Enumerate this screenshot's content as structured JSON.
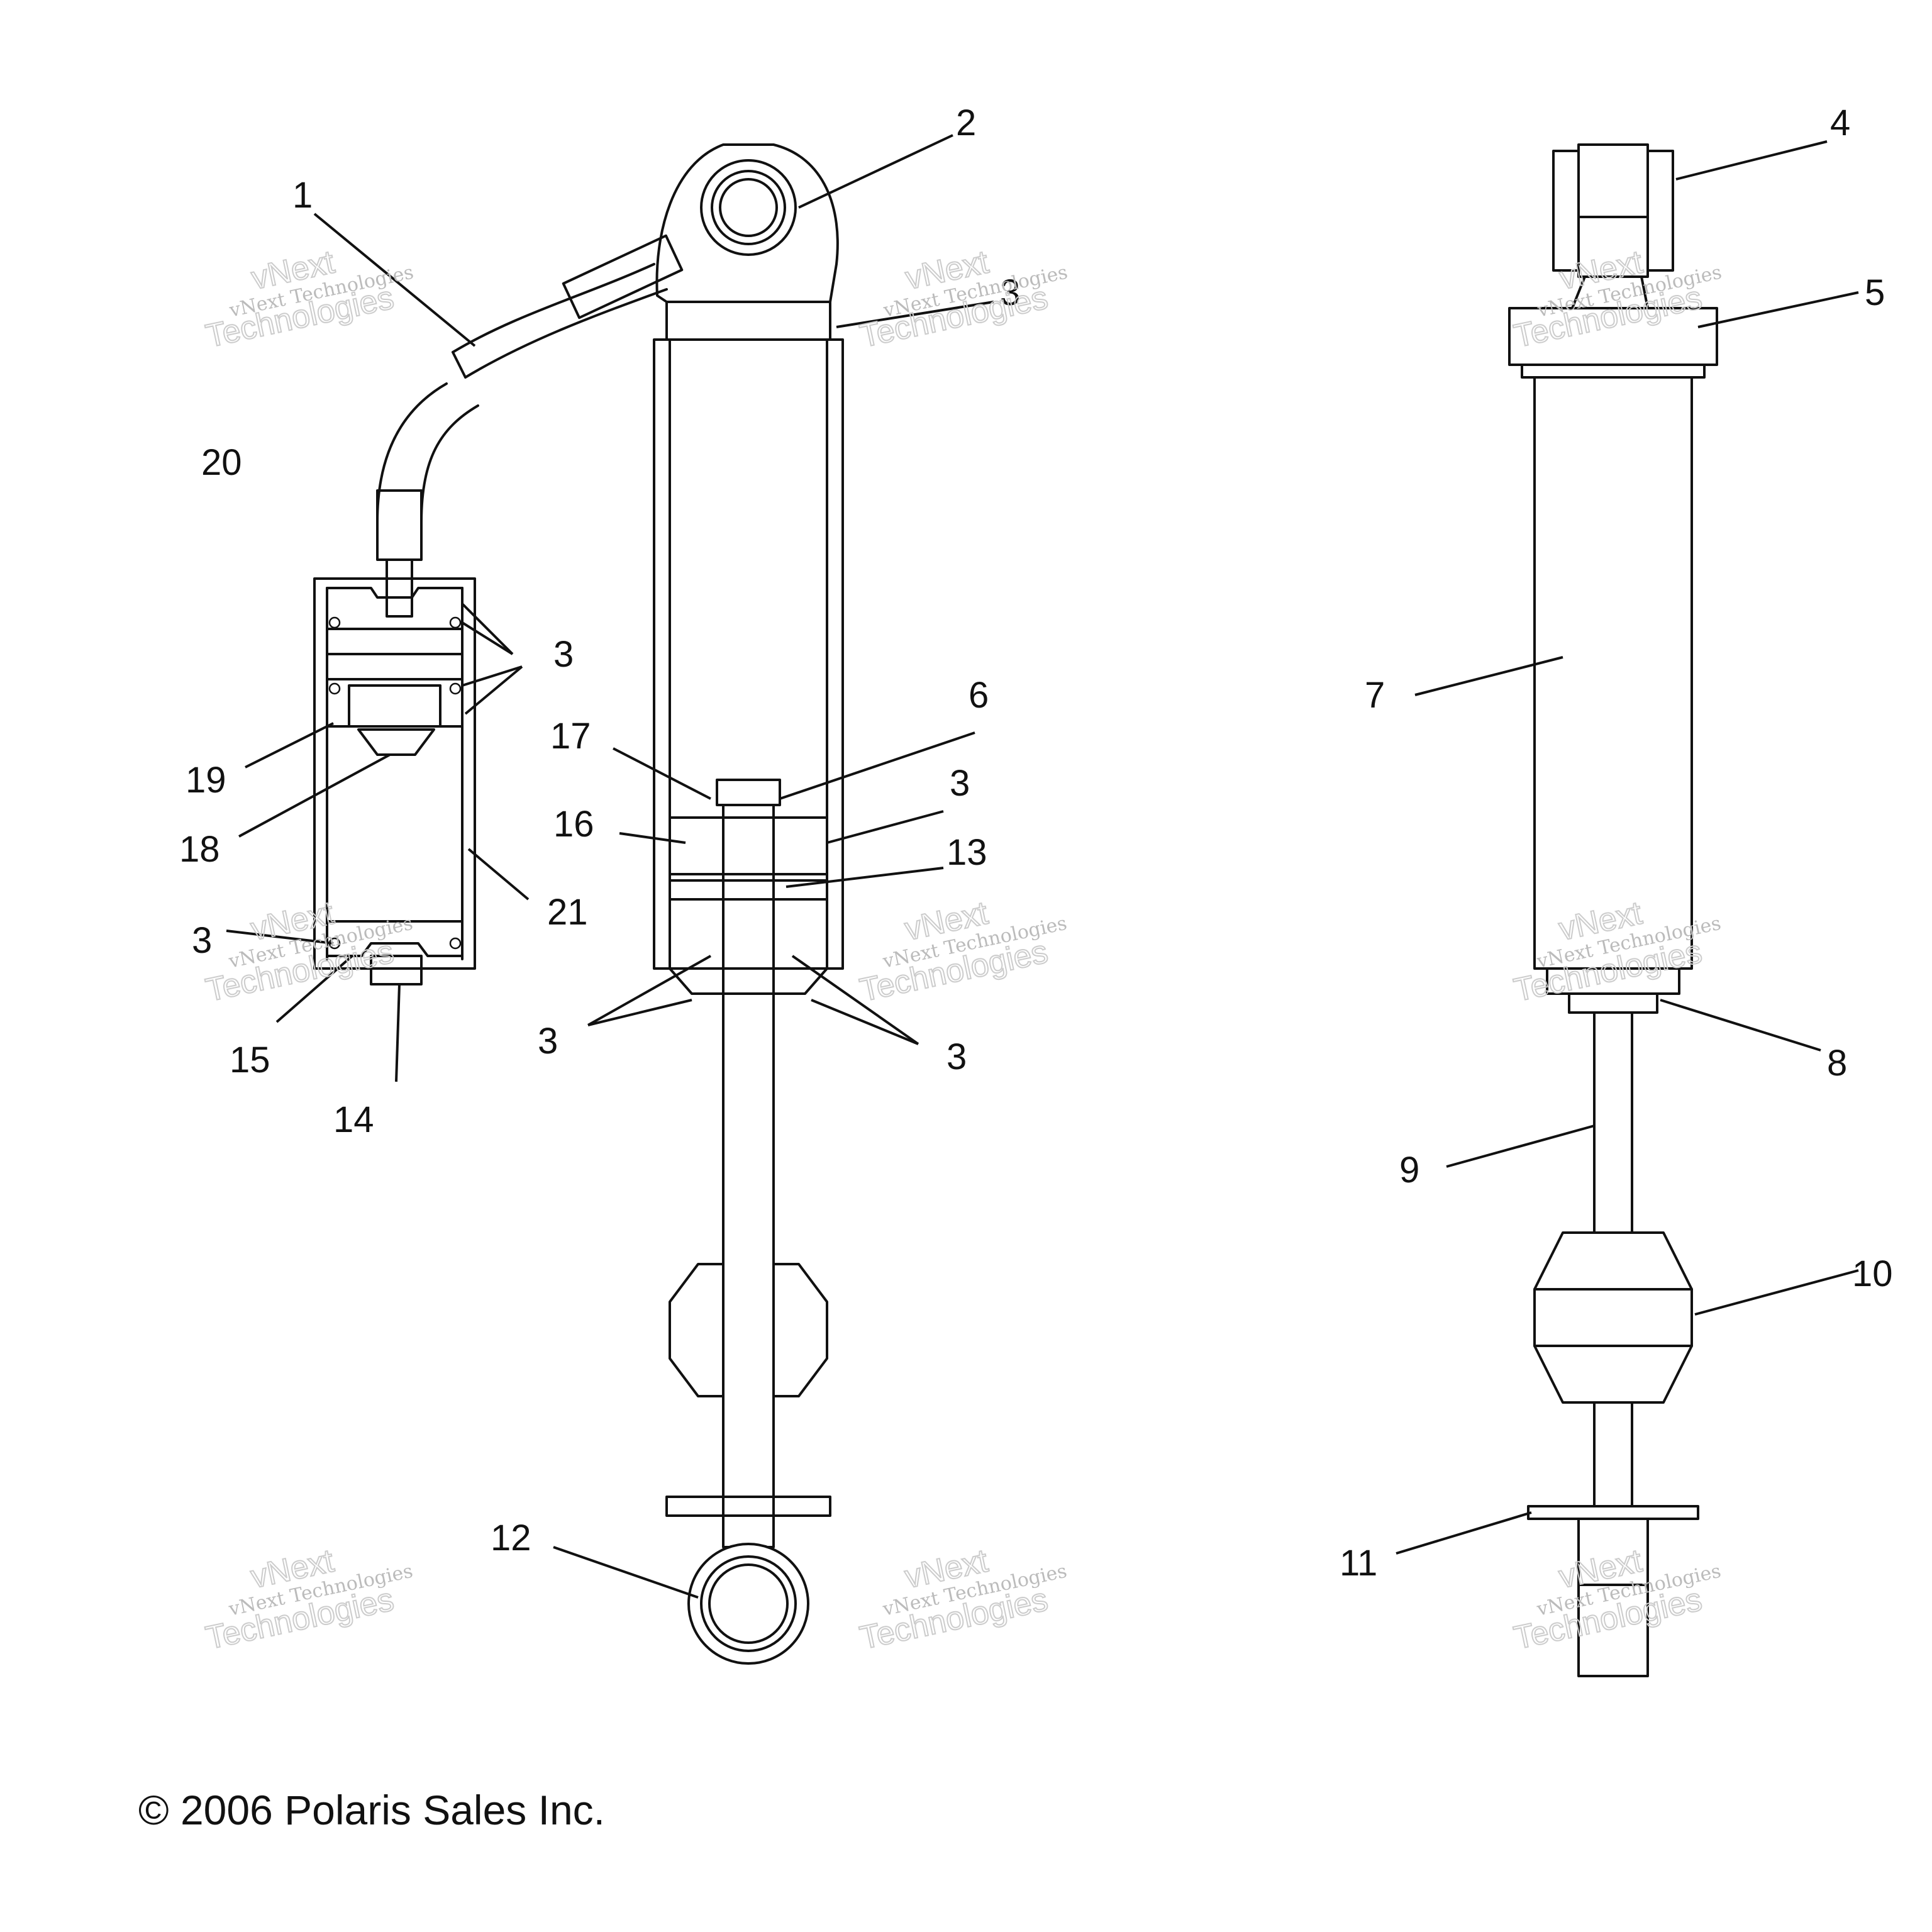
{
  "callouts": [
    {
      "id": "c1",
      "text": "1"
    },
    {
      "id": "c2",
      "text": "2"
    },
    {
      "id": "c3a",
      "text": "3"
    },
    {
      "id": "c3b",
      "text": "3"
    },
    {
      "id": "c3c",
      "text": "3"
    },
    {
      "id": "c3d",
      "text": "3"
    },
    {
      "id": "c3e",
      "text": "3"
    },
    {
      "id": "c3f",
      "text": "3"
    },
    {
      "id": "c4",
      "text": "4"
    },
    {
      "id": "c5",
      "text": "5"
    },
    {
      "id": "c6",
      "text": "6"
    },
    {
      "id": "c7",
      "text": "7"
    },
    {
      "id": "c8",
      "text": "8"
    },
    {
      "id": "c9",
      "text": "9"
    },
    {
      "id": "c10",
      "text": "10"
    },
    {
      "id": "c11",
      "text": "11"
    },
    {
      "id": "c12",
      "text": "12"
    },
    {
      "id": "c13",
      "text": "13"
    },
    {
      "id": "c14",
      "text": "14"
    },
    {
      "id": "c15",
      "text": "15"
    },
    {
      "id": "c16",
      "text": "16"
    },
    {
      "id": "c17",
      "text": "17"
    },
    {
      "id": "c18",
      "text": "18"
    },
    {
      "id": "c19",
      "text": "19"
    },
    {
      "id": "c20",
      "text": "20"
    },
    {
      "id": "c21",
      "text": "21"
    }
  ],
  "watermark": {
    "line1": "vNext Technologies",
    "line2": "vNext",
    "line3": "Technologies"
  },
  "copyright": "© 2006 Polaris Sales Inc."
}
